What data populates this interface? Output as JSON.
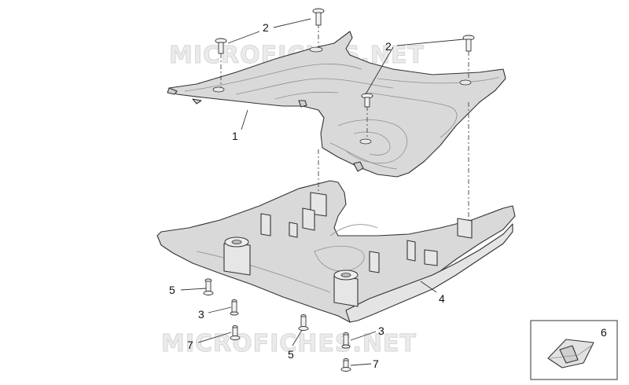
{
  "watermark": "MICROFICHES.NET",
  "callouts": {
    "c1": "1",
    "c2a": "2",
    "c2b": "2",
    "c3a": "3",
    "c3b": "3",
    "c4": "4",
    "c5a": "5",
    "c5b": "5",
    "c6": "6",
    "c7a": "7",
    "c7b": "7"
  },
  "colors": {
    "part_fill": "#d9d9d9",
    "line": "#333333",
    "watermark": "#ebebeb"
  }
}
